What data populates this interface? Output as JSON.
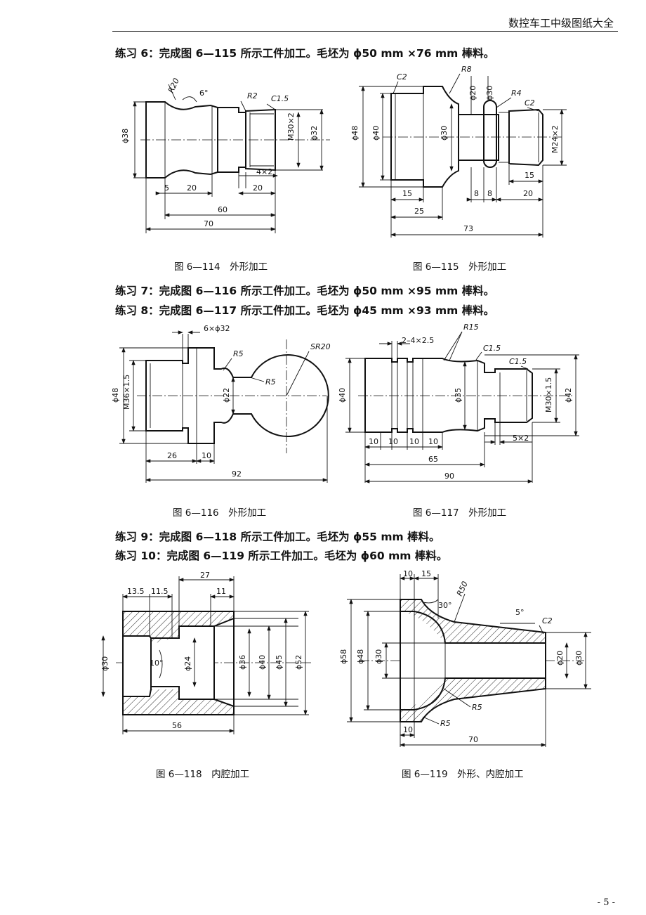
{
  "header": {
    "title": "数控车工中级图纸大全"
  },
  "exercises": {
    "ex6": "练习 6：完成图 6—115 所示工件加工。毛坯为 ϕ50 mm ×76 mm 棒料。",
    "ex7": "练习 7：完成图 6—116 所示工件加工。毛坯为 ϕ50 mm ×95 mm 棒料。",
    "ex8": "练习 8：完成图 6—117 所示工件加工。毛坯为 ϕ45 mm ×93 mm 棒料。",
    "ex9": "练习 9：完成图 6—118 所示工件加工。毛坯为 ϕ55 mm 棒料。",
    "ex10": "练习 10：完成图 6—119 所示工件加工。毛坯为 ϕ60 mm 棒料。"
  },
  "figures": {
    "f114": {
      "caption": "图 6—114　外形加工",
      "labels": {
        "r20": "R20",
        "ang": "6°",
        "r2": "R2",
        "c": "C1.5",
        "d38": "ϕ38",
        "m": "M30×2",
        "d32": "ϕ32",
        "g": "4×2",
        "l5": "5",
        "l20a": "20",
        "l20b": "20",
        "l60": "60",
        "l70": "70"
      }
    },
    "f115": {
      "caption": "图 6—115　外形加工",
      "labels": {
        "c2a": "C2",
        "r8": "R8",
        "d20": "ϕ20",
        "d30a": "ϕ30",
        "r4": "R4",
        "c2b": "C2",
        "d48": "ϕ48",
        "d40": "ϕ40",
        "d30b": "ϕ30",
        "m": "M24×2",
        "l15a": "15",
        "l15b": "15",
        "l8a": "8",
        "l8b": "8",
        "l20": "20",
        "l25": "25",
        "l73": "73"
      }
    },
    "f116": {
      "caption": "图 6—116　外形加工",
      "labels": {
        "g": "6×ϕ32",
        "r5a": "R5",
        "sr": "SR20",
        "d48": "ϕ48",
        "m": "M36×1.5",
        "d22": "ϕ22",
        "r5b": "R5",
        "l26": "26",
        "l10": "10",
        "l92": "92"
      }
    },
    "f117": {
      "caption": "图 6—117　外形加工",
      "labels": {
        "g": "2–4×2.5",
        "r15": "R15",
        "c1": "C1.5",
        "c2": "C1.5",
        "d40": "ϕ40",
        "d35": "ϕ35",
        "m": "M30×1.5",
        "d42": "ϕ42",
        "l10a": "10",
        "l10b": "10",
        "l10c": "10",
        "l10d": "10",
        "g2": "5×2",
        "l65": "65",
        "l90": "90"
      }
    },
    "f118": {
      "caption": "图 6—118　内腔加工",
      "labels": {
        "l13": "13.5",
        "l11a": "11.5",
        "l27": "27",
        "l11b": "11",
        "d30": "ϕ30",
        "ang": "10°",
        "d24": "ϕ24",
        "d36": "ϕ36",
        "d40": "ϕ40",
        "d45": "ϕ45",
        "d52": "ϕ52",
        "l56": "56"
      }
    },
    "f119": {
      "caption": "图 6—119　外形、内腔加工",
      "labels": {
        "l10a": "10",
        "l15": "15",
        "r50": "R50",
        "a30": "30°",
        "a5": "5°",
        "c2": "C2",
        "d58": "ϕ58",
        "d48": "ϕ48",
        "d30a": "ϕ30",
        "r5a": "R5",
        "r5b": "R5",
        "d20": "ϕ20",
        "d30b": "ϕ30",
        "l10b": "10",
        "l70": "70"
      }
    }
  },
  "page": {
    "number": "- 5 -"
  }
}
